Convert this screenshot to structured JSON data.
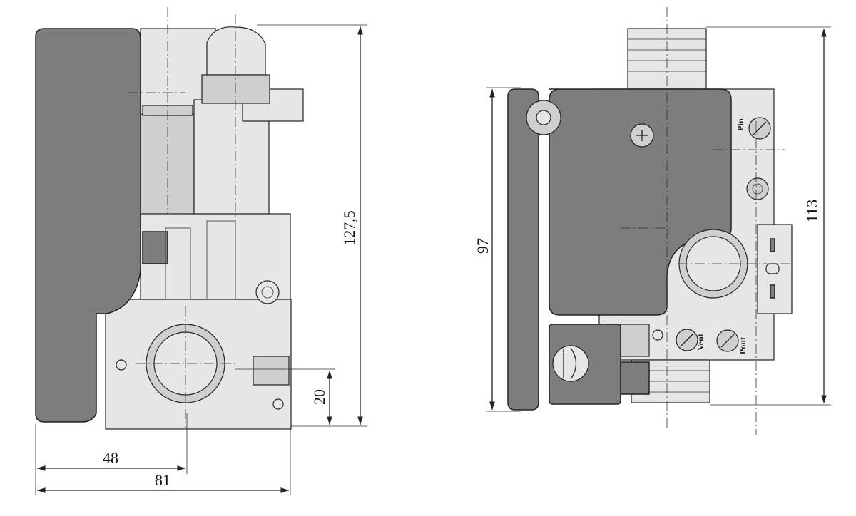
{
  "side_view": {
    "dimensions": {
      "height": "127,5",
      "outlet_height": "20",
      "outlet_offset": "48",
      "width": "81"
    }
  },
  "front_view": {
    "dimensions": {
      "cover_height": "97",
      "overall_height": "113"
    },
    "port_labels": {
      "inlet_pressure": "Pin",
      "vent": "Vent",
      "outlet_pressure": "Pout"
    }
  },
  "colors": {
    "cover": "#7d7d7d",
    "body": "#e6e6e6",
    "line": "#222222"
  }
}
